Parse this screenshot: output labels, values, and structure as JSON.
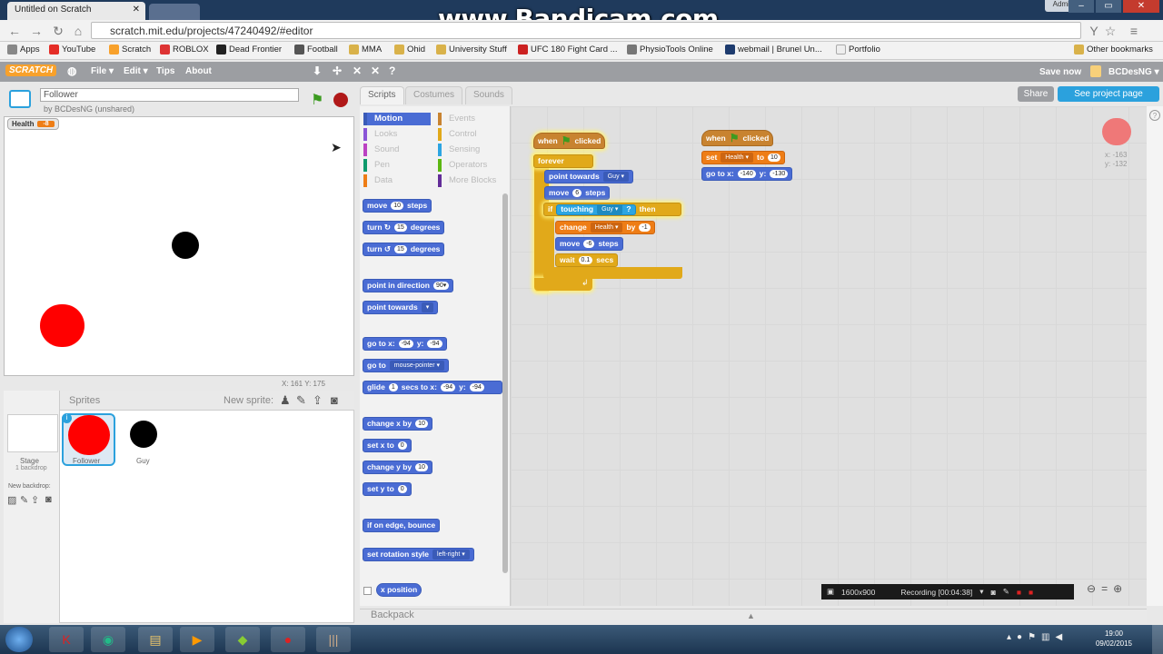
{
  "browser": {
    "tab_title": "Untitled on Scratch",
    "url": "scratch.mit.edu/projects/47240492/#editor",
    "watermark": "www.Bandicam.com",
    "user_badge": "Admin",
    "bookmarks": [
      "Apps",
      "YouTube",
      "Scratch",
      "ROBLOX",
      "Dead Frontier",
      "Football",
      "MMA",
      "Ohid",
      "University Stuff",
      "UFC 180 Fight Card ...",
      "PhysioTools Online",
      "webmail | Brunel Un...",
      "Portfolio"
    ],
    "other_bookmarks": "Other bookmarks"
  },
  "scratch_menu": {
    "logo": "SCRATCH",
    "file": "File ▾",
    "edit": "Edit ▾",
    "tips": "Tips",
    "about": "About",
    "save_now": "Save now",
    "username": "BCDesNG ▾"
  },
  "project": {
    "title": "Follower",
    "byline": "by BCDesNG (unshared)",
    "share": "Share",
    "see_page": "See project page"
  },
  "stage": {
    "monitor_label": "Health",
    "monitor_value": "-8",
    "coords": "X: 161  Y: 175"
  },
  "sprites": {
    "header": "Sprites",
    "new_sprite": "New sprite:",
    "stage_label": "Stage",
    "stage_backdrops": "1 backdrop",
    "new_backdrop": "New backdrop:",
    "items": [
      "Follower",
      "Guy"
    ]
  },
  "tabs": {
    "scripts": "Scripts",
    "costumes": "Costumes",
    "sounds": "Sounds"
  },
  "categories": {
    "left": [
      "Motion",
      "Looks",
      "Sound",
      "Pen",
      "Data"
    ],
    "right": [
      "Events",
      "Control",
      "Sensing",
      "Operators",
      "More Blocks"
    ]
  },
  "palette": {
    "move": {
      "a": "move",
      "n": "10",
      "b": "steps"
    },
    "turn_cw": {
      "a": "turn ↻",
      "n": "15",
      "b": "degrees"
    },
    "turn_ccw": {
      "a": "turn ↺",
      "n": "15",
      "b": "degrees"
    },
    "point_dir": {
      "a": "point in direction",
      "n": "90▾"
    },
    "point_towards": {
      "a": "point towards",
      "n": "▾"
    },
    "goto_xy": {
      "a": "go to x:",
      "x": "-94",
      "y_lbl": "y:",
      "y": "-94"
    },
    "goto": {
      "a": "go to",
      "n": "mouse-pointer ▾"
    },
    "glide": {
      "a": "glide",
      "n": "1",
      "b": "secs to x:",
      "x": "-94",
      "y_lbl": "y:",
      "y": "-94"
    },
    "change_x": {
      "a": "change x by",
      "n": "10"
    },
    "set_x": {
      "a": "set x to",
      "n": "0"
    },
    "change_y": {
      "a": "change y by",
      "n": "10"
    },
    "set_y": {
      "a": "set y to",
      "n": "0"
    },
    "bounce": {
      "a": "if on edge, bounce"
    },
    "rot_style": {
      "a": "set rotation style",
      "n": "left-right ▾"
    },
    "x_position": {
      "a": "x position"
    }
  },
  "script1": {
    "hat": {
      "a": "when",
      "b": "clicked"
    },
    "forever": "forever",
    "point": {
      "a": "point towards",
      "n": "Guy ▾"
    },
    "move": {
      "a": "move",
      "n": "6",
      "b": "steps"
    },
    "if": {
      "a": "if",
      "b": "touching",
      "n": "Guy ▾",
      "q": "?",
      "c": "then"
    },
    "change": {
      "a": "change",
      "n": "Health ▾",
      "b": "by",
      "m": "-1"
    },
    "move2": {
      "a": "move",
      "n": "-6",
      "b": "steps"
    },
    "wait": {
      "a": "wait",
      "n": "0.1",
      "b": "secs"
    }
  },
  "script2": {
    "hat": {
      "a": "when",
      "b": "clicked"
    },
    "set": {
      "a": "set",
      "n": "Health ▾",
      "b": "to",
      "m": "10"
    },
    "goto": {
      "a": "go to x:",
      "x": "-140",
      "y_lbl": "y:",
      "y": "-130"
    }
  },
  "sprite_info": {
    "x": "x: -163",
    "y": "y: -132"
  },
  "bottom": {
    "backpack": "Backpack",
    "rec_res": "1600x900",
    "rec_status": "Recording [00:04:38]"
  },
  "taskbar": {
    "time": "19:00",
    "date": "09/02/2015"
  }
}
